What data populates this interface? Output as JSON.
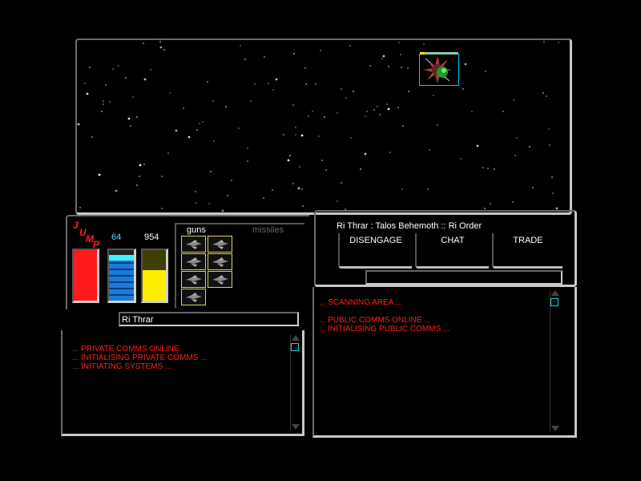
{
  "colors": {
    "accent_red": "#ff2020",
    "energy_yellow": "#ffee00",
    "shield_blue": "#1c7ad8",
    "bevel_light": "#c8c8c8",
    "bevel_dark": "#6a6a6a",
    "target_cyan": "#00c8ff"
  },
  "hud": {
    "jump_label": [
      "J",
      "U",
      "M",
      "P"
    ],
    "red_gauge": {
      "fill_fraction": 1.0
    },
    "blue_gauge": {
      "value": "64",
      "fill_fraction": 0.9
    },
    "yellow_gauge": {
      "value": "954",
      "fill_fraction": 0.6
    }
  },
  "weapons": {
    "tabs": {
      "guns": "guns",
      "missiles": "missiles"
    },
    "active_tab": "guns",
    "gun_slots": 7,
    "slot_icon": "fighter-ship-icon"
  },
  "target": {
    "name_field": "Ri Thrar",
    "title": "Ri Thrar : Talos Behemoth :: Ri Order",
    "health_fraction": 0.12,
    "icon": "alien-ship-spiked-icon"
  },
  "actions": {
    "disengage": "DISENGAGE",
    "chat": "CHAT",
    "trade": "TRADE"
  },
  "private_console": {
    "messages": [
      "... PRIVATE COMMS ONLINE",
      "... INITIALISING PRIVATE COMMS ...",
      "... INITIATING SYSTEMS ..."
    ]
  },
  "public_console": {
    "scan": "... SCANNING AREA ...",
    "messages": [
      "... PUBLIC COMMS ONLINE ...",
      "... INITIALISING PUBLIC COMMS ..."
    ]
  }
}
